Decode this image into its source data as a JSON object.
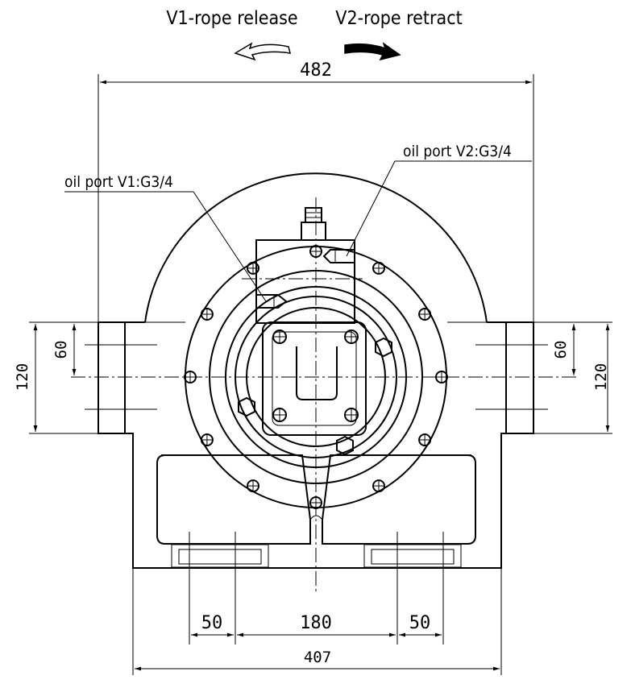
{
  "labels": {
    "v1": "V1-rope release",
    "v2": "V2-rope retract",
    "port_v1": "oil port V1:G3/4",
    "port_v2": "oil port V2:G3/4"
  },
  "dimensions": {
    "overall_width": "482",
    "base_width": "407",
    "left_pitch": "50",
    "center_pitch": "180",
    "right_pitch": "50",
    "left_small_height": "60",
    "left_large_height": "120",
    "right_small_height": "60",
    "right_large_height": "120"
  }
}
